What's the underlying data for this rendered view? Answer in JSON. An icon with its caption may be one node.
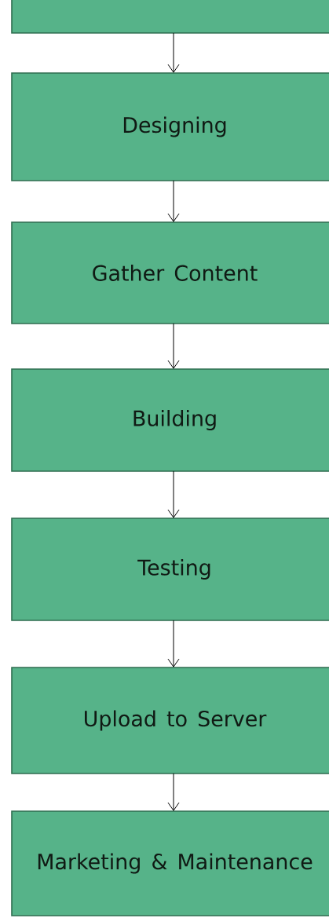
{
  "diagram": {
    "nodes": [
      {
        "text": [],
        "shape": "box"
      },
      {
        "text": [
          "Designing"
        ]
      },
      {
        "text": [
          "Gather Content"
        ]
      },
      {
        "text": [
          "Building"
        ]
      },
      {
        "text": [
          "Testing"
        ]
      },
      {
        "text": [
          "Upload to Server"
        ]
      },
      {
        "text": [
          "Marketing & Maintenance"
        ]
      }
    ],
    "edges": [
      {
        "from": 0,
        "to": 1,
        "arrow": "to"
      },
      {
        "from": 1,
        "to": 2,
        "arrow": "to"
      },
      {
        "from": 2,
        "to": 3,
        "arrow": "to"
      },
      {
        "from": 3,
        "to": 4,
        "arrow": "to"
      },
      {
        "from": 4,
        "to": 5,
        "arrow": "to"
      },
      {
        "from": 5,
        "to": 6,
        "arrow": "to"
      }
    ]
  }
}
